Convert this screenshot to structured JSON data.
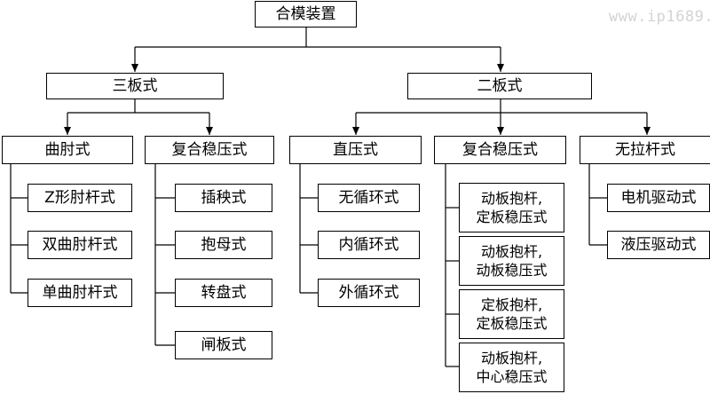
{
  "watermark": "www.ip1689.com",
  "root": "合模装置",
  "three_plate": {
    "label": "三板式",
    "toggle": {
      "label": "曲肘式",
      "items": [
        "Z形肘杆式",
        "双曲肘杆式",
        "单曲肘杆式"
      ]
    },
    "composite": {
      "label": "复合稳压式",
      "items": [
        "插秧式",
        "抱母式",
        "转盘式",
        "闸板式"
      ]
    }
  },
  "two_plate": {
    "label": "二板式",
    "direct": {
      "label": "直压式",
      "items": [
        "无循环式",
        "内循环式",
        "外循环式"
      ]
    },
    "composite": {
      "label": "复合稳压式",
      "items": [
        [
          "动板抱杆,",
          "定板稳压式"
        ],
        [
          "动板抱杆,",
          "动板稳压式"
        ],
        [
          "定板抱杆,",
          "定板稳压式"
        ],
        [
          "动板抱杆,",
          "中心稳压式"
        ]
      ]
    },
    "tiebarless": {
      "label": "无拉杆式",
      "items": [
        "电机驱动式",
        "液压驱动式"
      ]
    }
  }
}
